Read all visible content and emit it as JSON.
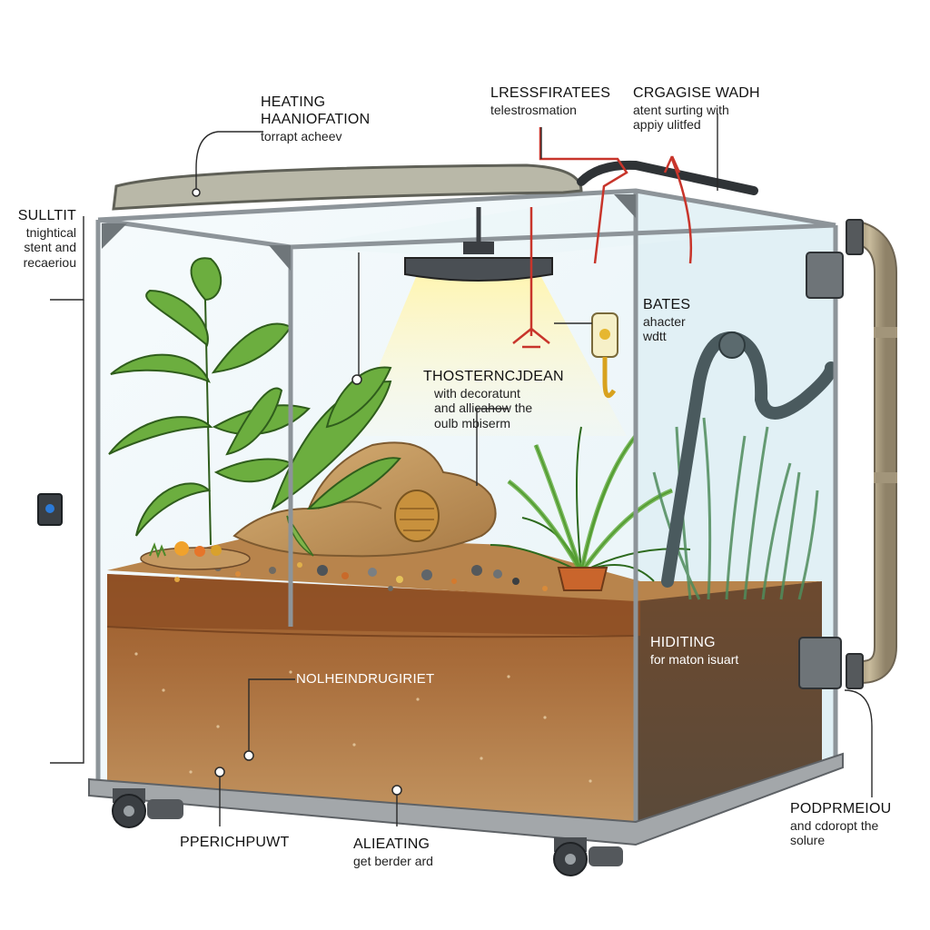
{
  "labels": {
    "heating": {
      "title_1": "HEATING",
      "title_2": "HAANIOFATION",
      "sub": "torrapt acheev"
    },
    "lessfirates": {
      "title": "LRESSFIRATEES",
      "sub": "telestrosmation"
    },
    "crgagise": {
      "title": "CRGAGISE WADH",
      "sub_1": "atent surting with",
      "sub_2": "appiy ulitfed"
    },
    "sullit": {
      "title": "SULLTIT",
      "sub_1": "tnightical",
      "sub_2": "stent and",
      "sub_3": "recaeriou"
    },
    "bates": {
      "title": "BATES",
      "sub_1": "ahacter",
      "sub_2": "wdtt"
    },
    "thosterncjdean": {
      "title": "THOSTERNCJDEAN",
      "sub_1": "with decoratunt",
      "sub_2": "and allicahow the",
      "sub_3": "oulb mbiserm"
    },
    "hiditing": {
      "title": "HIDITING",
      "sub": "for maton isuart"
    },
    "substrate": {
      "title": "NOLHEINDRUGIRIET"
    },
    "pperichpuwt": {
      "title": "PPERICHPUWT"
    },
    "alieating": {
      "title": "ALIEATING",
      "sub": "get berder ard"
    },
    "podprmeiou": {
      "title": "PODPRMEIOU",
      "sub_1": "and cdoropt the",
      "sub_2": "solure"
    }
  },
  "colors": {
    "glass": "#e3f1f6",
    "frame": "#8d9499",
    "soil_top": "#a8642f",
    "soil_bottom": "#b78352",
    "plant": "#5fa63a",
    "rock": "#c99c5e",
    "pipe": "#b9aa8c",
    "lamp": "#3a3e42",
    "leader": "#2a2a2a",
    "heater_wire": "#c8352b"
  }
}
